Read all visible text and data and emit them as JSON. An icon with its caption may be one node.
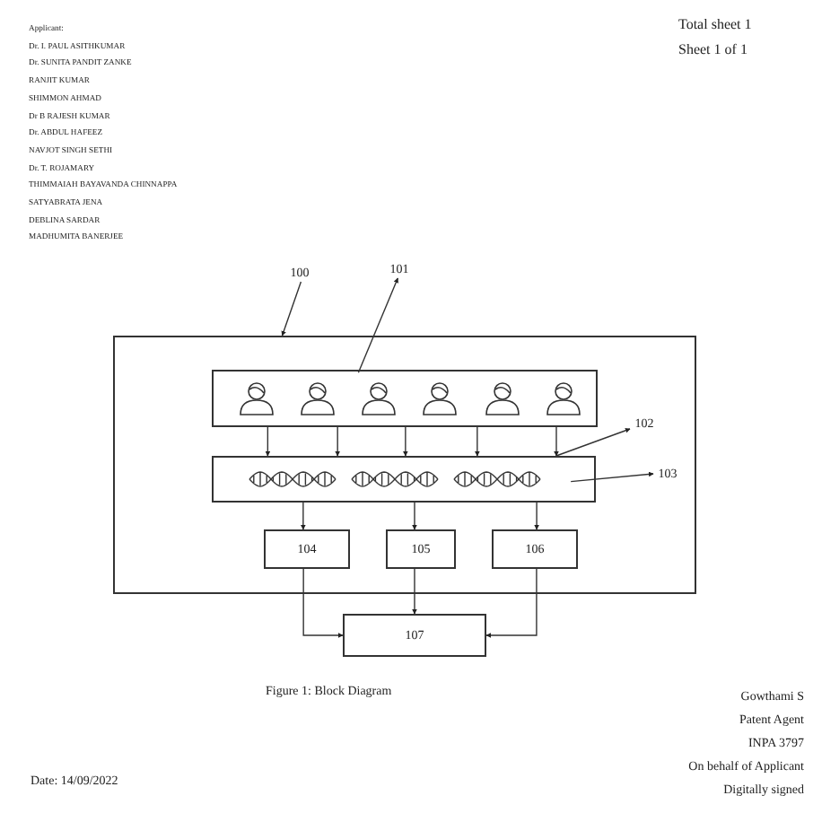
{
  "diagram": {
    "caption": "Figure 1: Block Diagram",
    "nodes": [
      {
        "text": [],
        "shape": "box"
      },
      {
        "text": [],
        "shape": "box",
        "in": 0
      },
      {
        "text": [],
        "shape": "box",
        "in": 0
      },
      {
        "text": [
          "104"
        ],
        "in": 0
      },
      {
        "text": [
          "105"
        ],
        "in": 0
      },
      {
        "text": [
          "106"
        ],
        "in": 0
      },
      {
        "text": [
          "107"
        ]
      },
      {
        "text": [
          "100"
        ]
      },
      {
        "text": [
          "101"
        ]
      },
      {
        "text": [
          "102"
        ],
        "in": 0
      },
      {
        "text": [
          "103"
        ],
        "in": 0
      }
    ],
    "edges": [
      {
        "from": 1,
        "to": 2,
        "arrow": "to"
      },
      {
        "from": 1,
        "to": 2,
        "arrow": "to"
      },
      {
        "from": 1,
        "to": 2,
        "arrow": "to"
      },
      {
        "from": 1,
        "to": 2,
        "arrow": "to"
      },
      {
        "from": 1,
        "to": 2,
        "arrow": "to"
      },
      {
        "from": 2,
        "to": 3,
        "arrow": "to"
      },
      {
        "from": 2,
        "to": 4,
        "arrow": "to"
      },
      {
        "from": 2,
        "to": 5,
        "arrow": "to"
      },
      {
        "from": 3,
        "to": 6,
        "arrow": "to"
      },
      {
        "from": 4,
        "to": 6,
        "arrow": "to"
      },
      {
        "from": 5,
        "to": 6,
        "arrow": "to"
      },
      {
        "from": 7,
        "to": 0,
        "arrow": "to"
      },
      {
        "from": 1,
        "to": 8,
        "arrow": "to"
      },
      {
        "from": 2,
        "to": 9,
        "arrow": "to"
      },
      {
        "from": 2,
        "to": 10,
        "arrow": "to"
      }
    ],
    "labels": [
      "Applicant:",
      "Dr. I. PAUL ASITHKUMAR",
      "Dr. SUNITA PANDIT ZANKE",
      "RANJIT KUMAR",
      "SHIMMON AHMAD",
      "Dr B RAJESH KUMAR",
      "Dr. ABDUL HAFEEZ",
      "NAVJOT SINGH SETHI",
      "Dr. T. ROJAMARY",
      "THIMMAIAH BAYAVANDA CHINNAPPA",
      "SATYABRATA JENA",
      "DEBLINA SARDAR",
      "MADHUMITA BANERJEE",
      "Total sheet 1",
      "Sheet 1 of 1",
      "Gowthami S",
      "Patent Agent",
      "INPA 3797",
      "On behalf of Applicant",
      "Digitally signed",
      "Date: 14/09/2022"
    ]
  }
}
